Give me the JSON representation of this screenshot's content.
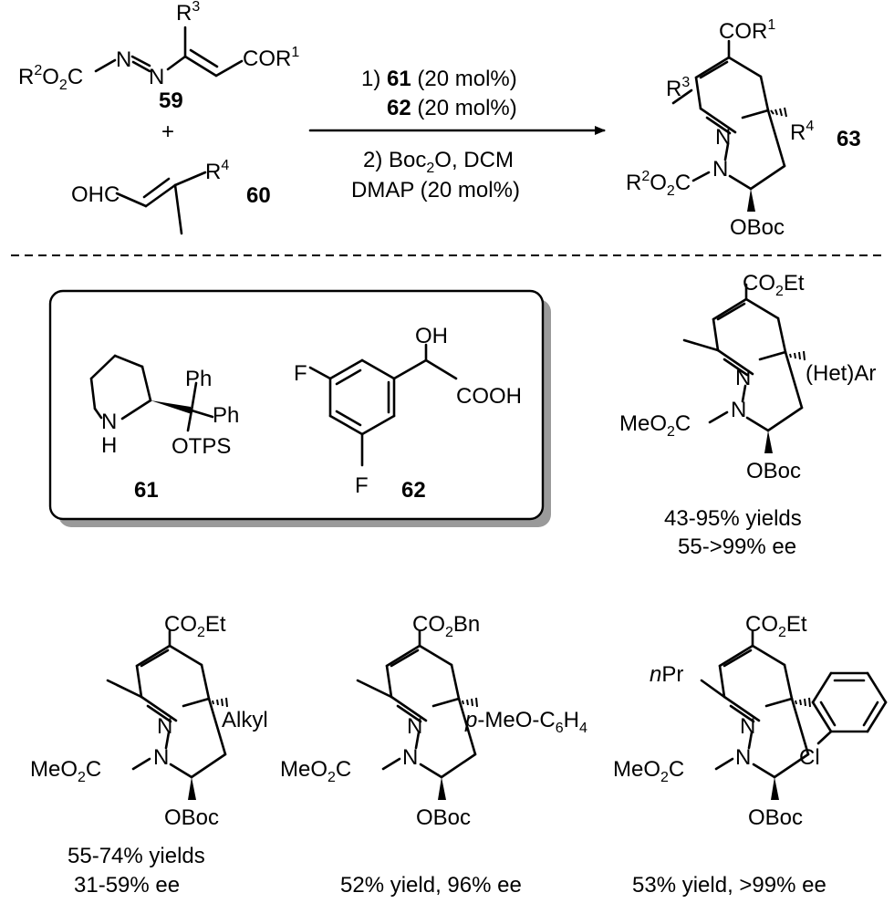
{
  "scheme": {
    "reactant_59": {
      "ester": "R2O2C",
      "n1": "N",
      "n2": "N",
      "r3": "R3",
      "cor1": "COR1",
      "label": "59"
    },
    "plus": "+",
    "reactant_60": {
      "aldehyde": "OHC",
      "r4": "R4",
      "label": "60"
    },
    "conditions": {
      "step1_num": "1)",
      "cat1": "61",
      "cat1_loading": "(20 mol%)",
      "cat2": "62",
      "cat2_loading": "(20 mol%)",
      "step2": "2) Boc2O, DCM",
      "step2_additive": "DMAP (20 mol%)"
    },
    "product_63": {
      "cor1": "COR1",
      "r3": "R3",
      "n": "N",
      "r4": "R4",
      "ester": "R2O2C",
      "oboc": "OBoc",
      "label": "63"
    }
  },
  "catalysts": {
    "cat61": {
      "ph1": "Ph",
      "ph2": "Ph",
      "nh_n": "N",
      "nh_h": "H",
      "otps": "OTPS",
      "label": "61"
    },
    "cat62": {
      "f1": "F",
      "f2": "F",
      "oh": "OH",
      "cooh": "COOH",
      "label": "62"
    }
  },
  "examples": [
    {
      "id": "het-aryl",
      "top": "CO2Et",
      "substituent": "(Het)Ar",
      "ester": "MeO2C",
      "oboc": "OBoc",
      "caption1": "43-95% yields",
      "caption2": "55->99% ee"
    },
    {
      "id": "alkyl",
      "top": "CO2Et",
      "substituent": "Alkyl",
      "ester": "MeO2C",
      "oboc": "OBoc",
      "caption1": "55-74% yields",
      "caption2": "31-59% ee"
    },
    {
      "id": "p-methoxyphenyl",
      "top": "CO2Bn",
      "substituent": "p-MeO-C6H4",
      "ester": "MeO2C",
      "oboc": "OBoc",
      "caption1": "52% yield, 96% ee"
    },
    {
      "id": "o-chlorophenyl",
      "top": "CO2Et",
      "r3": "nPr",
      "substituent_cl": "Cl",
      "ester": "MeO2C",
      "oboc": "OBoc",
      "caption1": "53% yield, >99% ee"
    }
  ]
}
